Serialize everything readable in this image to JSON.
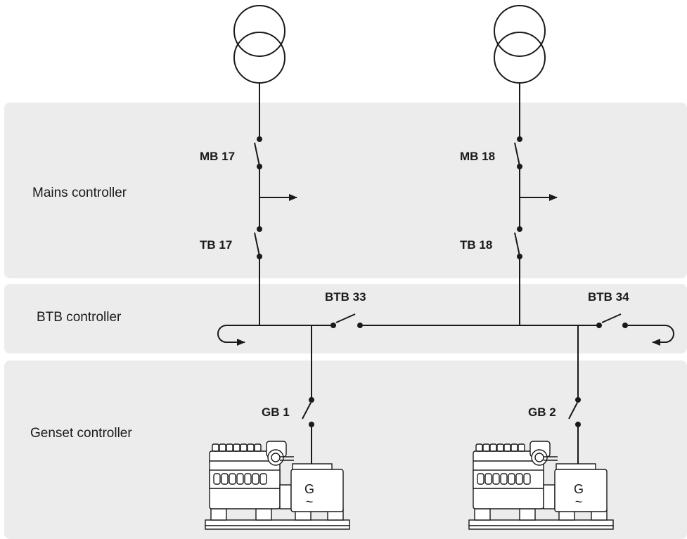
{
  "bands": {
    "mains": {
      "label": "Mains controller"
    },
    "btb": {
      "label": "BTB controller"
    },
    "genset": {
      "label": "Genset controller"
    }
  },
  "breakers": {
    "mb17": "MB 17",
    "mb18": "MB 18",
    "tb17": "TB 17",
    "tb18": "TB 18",
    "btb33": "BTB 33",
    "btb34": "BTB 34",
    "gb1": "GB 1",
    "gb2": "GB 2"
  },
  "generators": {
    "g1": {
      "symbol": "G",
      "wave": "~"
    },
    "g2": {
      "symbol": "G",
      "wave": "~"
    }
  },
  "icons": [
    "transformer-icon",
    "circuit-breaker-icon",
    "load-arrow-icon",
    "generator-icon",
    "engine-icon"
  ],
  "colors": {
    "band_background": "#ececec",
    "line": "#1a1a1a"
  }
}
